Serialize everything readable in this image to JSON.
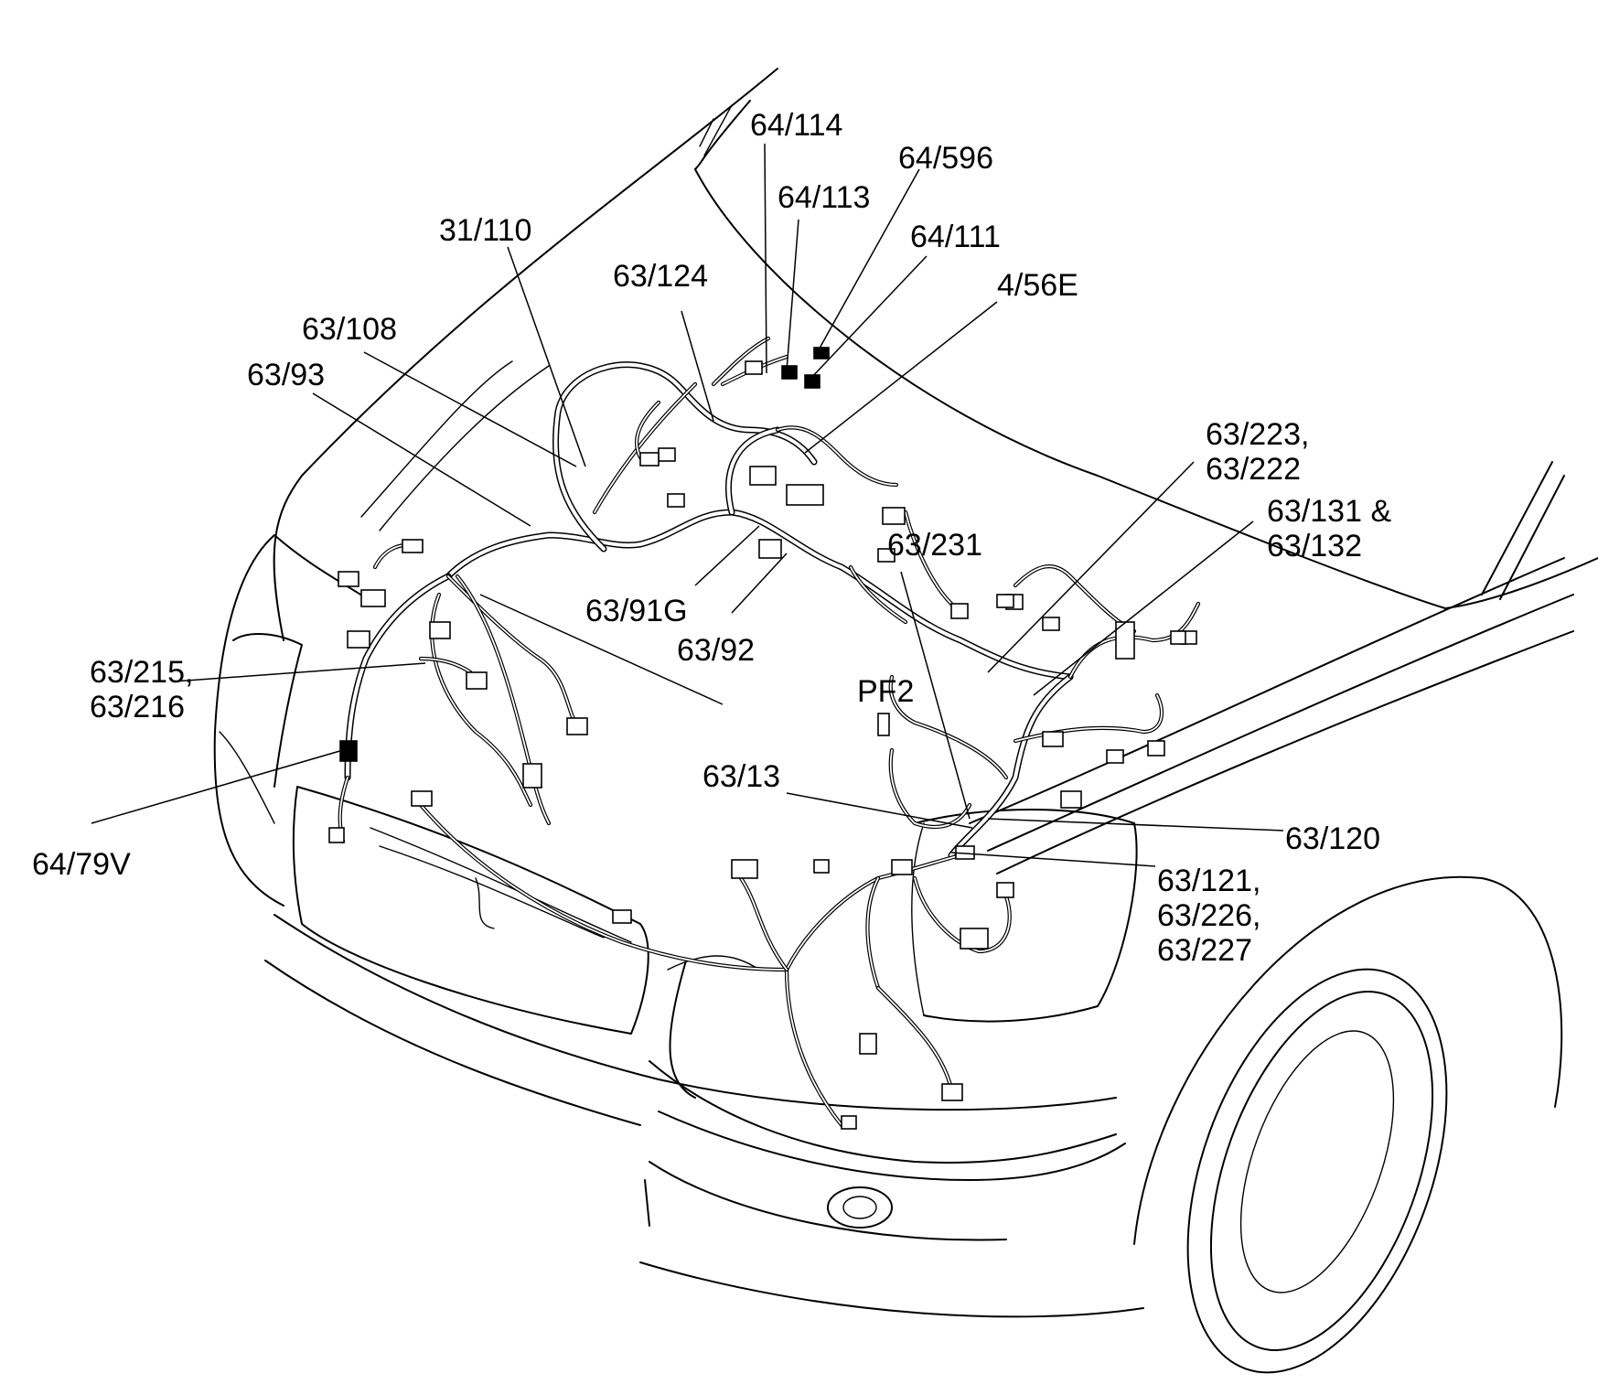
{
  "callouts": [
    {
      "id": "c-64-114",
      "text": "64/114"
    },
    {
      "id": "c-64-596",
      "text": "64/596"
    },
    {
      "id": "c-64-113",
      "text": "64/113"
    },
    {
      "id": "c-64-111",
      "text": "64/111"
    },
    {
      "id": "c-31-110",
      "text": "31/110"
    },
    {
      "id": "c-63-124",
      "text": "63/124"
    },
    {
      "id": "c-4-56e",
      "text": "4/56E"
    },
    {
      "id": "c-63-108",
      "text": "63/108"
    },
    {
      "id": "c-63-93",
      "text": "63/93"
    },
    {
      "id": "c-63-223",
      "text": "63/223,\n63/222"
    },
    {
      "id": "c-63-131",
      "text": "63/131 &\n63/132"
    },
    {
      "id": "c-63-231",
      "text": "63/231"
    },
    {
      "id": "c-63-91g",
      "text": "63/91G"
    },
    {
      "id": "c-63-92",
      "text": "63/92"
    },
    {
      "id": "c-63-215",
      "text": "63/215,\n63/216"
    },
    {
      "id": "c-pf2",
      "text": "PF2"
    },
    {
      "id": "c-63-13",
      "text": "63/13"
    },
    {
      "id": "c-63-120",
      "text": "63/120"
    },
    {
      "id": "c-64-79v",
      "text": "64/79V"
    },
    {
      "id": "c-63-121",
      "text": "63/121,\n63/226,\n63/227"
    }
  ]
}
